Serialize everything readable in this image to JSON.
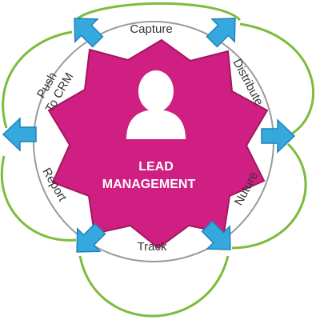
{
  "center": {
    "line1": "LEAD",
    "line2": "MANAGEMENT",
    "icon": "person-icon"
  },
  "stages": {
    "capture": "Capture",
    "distribute": "Distribute",
    "nuture": "Nuture",
    "track": "Track",
    "report": "Report",
    "push_line1": "Push",
    "push_line2": "To CRM"
  },
  "colors": {
    "center_fill": "#cf1f82",
    "center_edge": "#a3165f",
    "arrow": "#35a9de",
    "arrow_dark": "#1f83b8",
    "outer_loop": "#7dbb3c",
    "inner_ring": "#9a9a9a"
  },
  "icons": [
    "person-icon",
    "arrow-icon"
  ]
}
